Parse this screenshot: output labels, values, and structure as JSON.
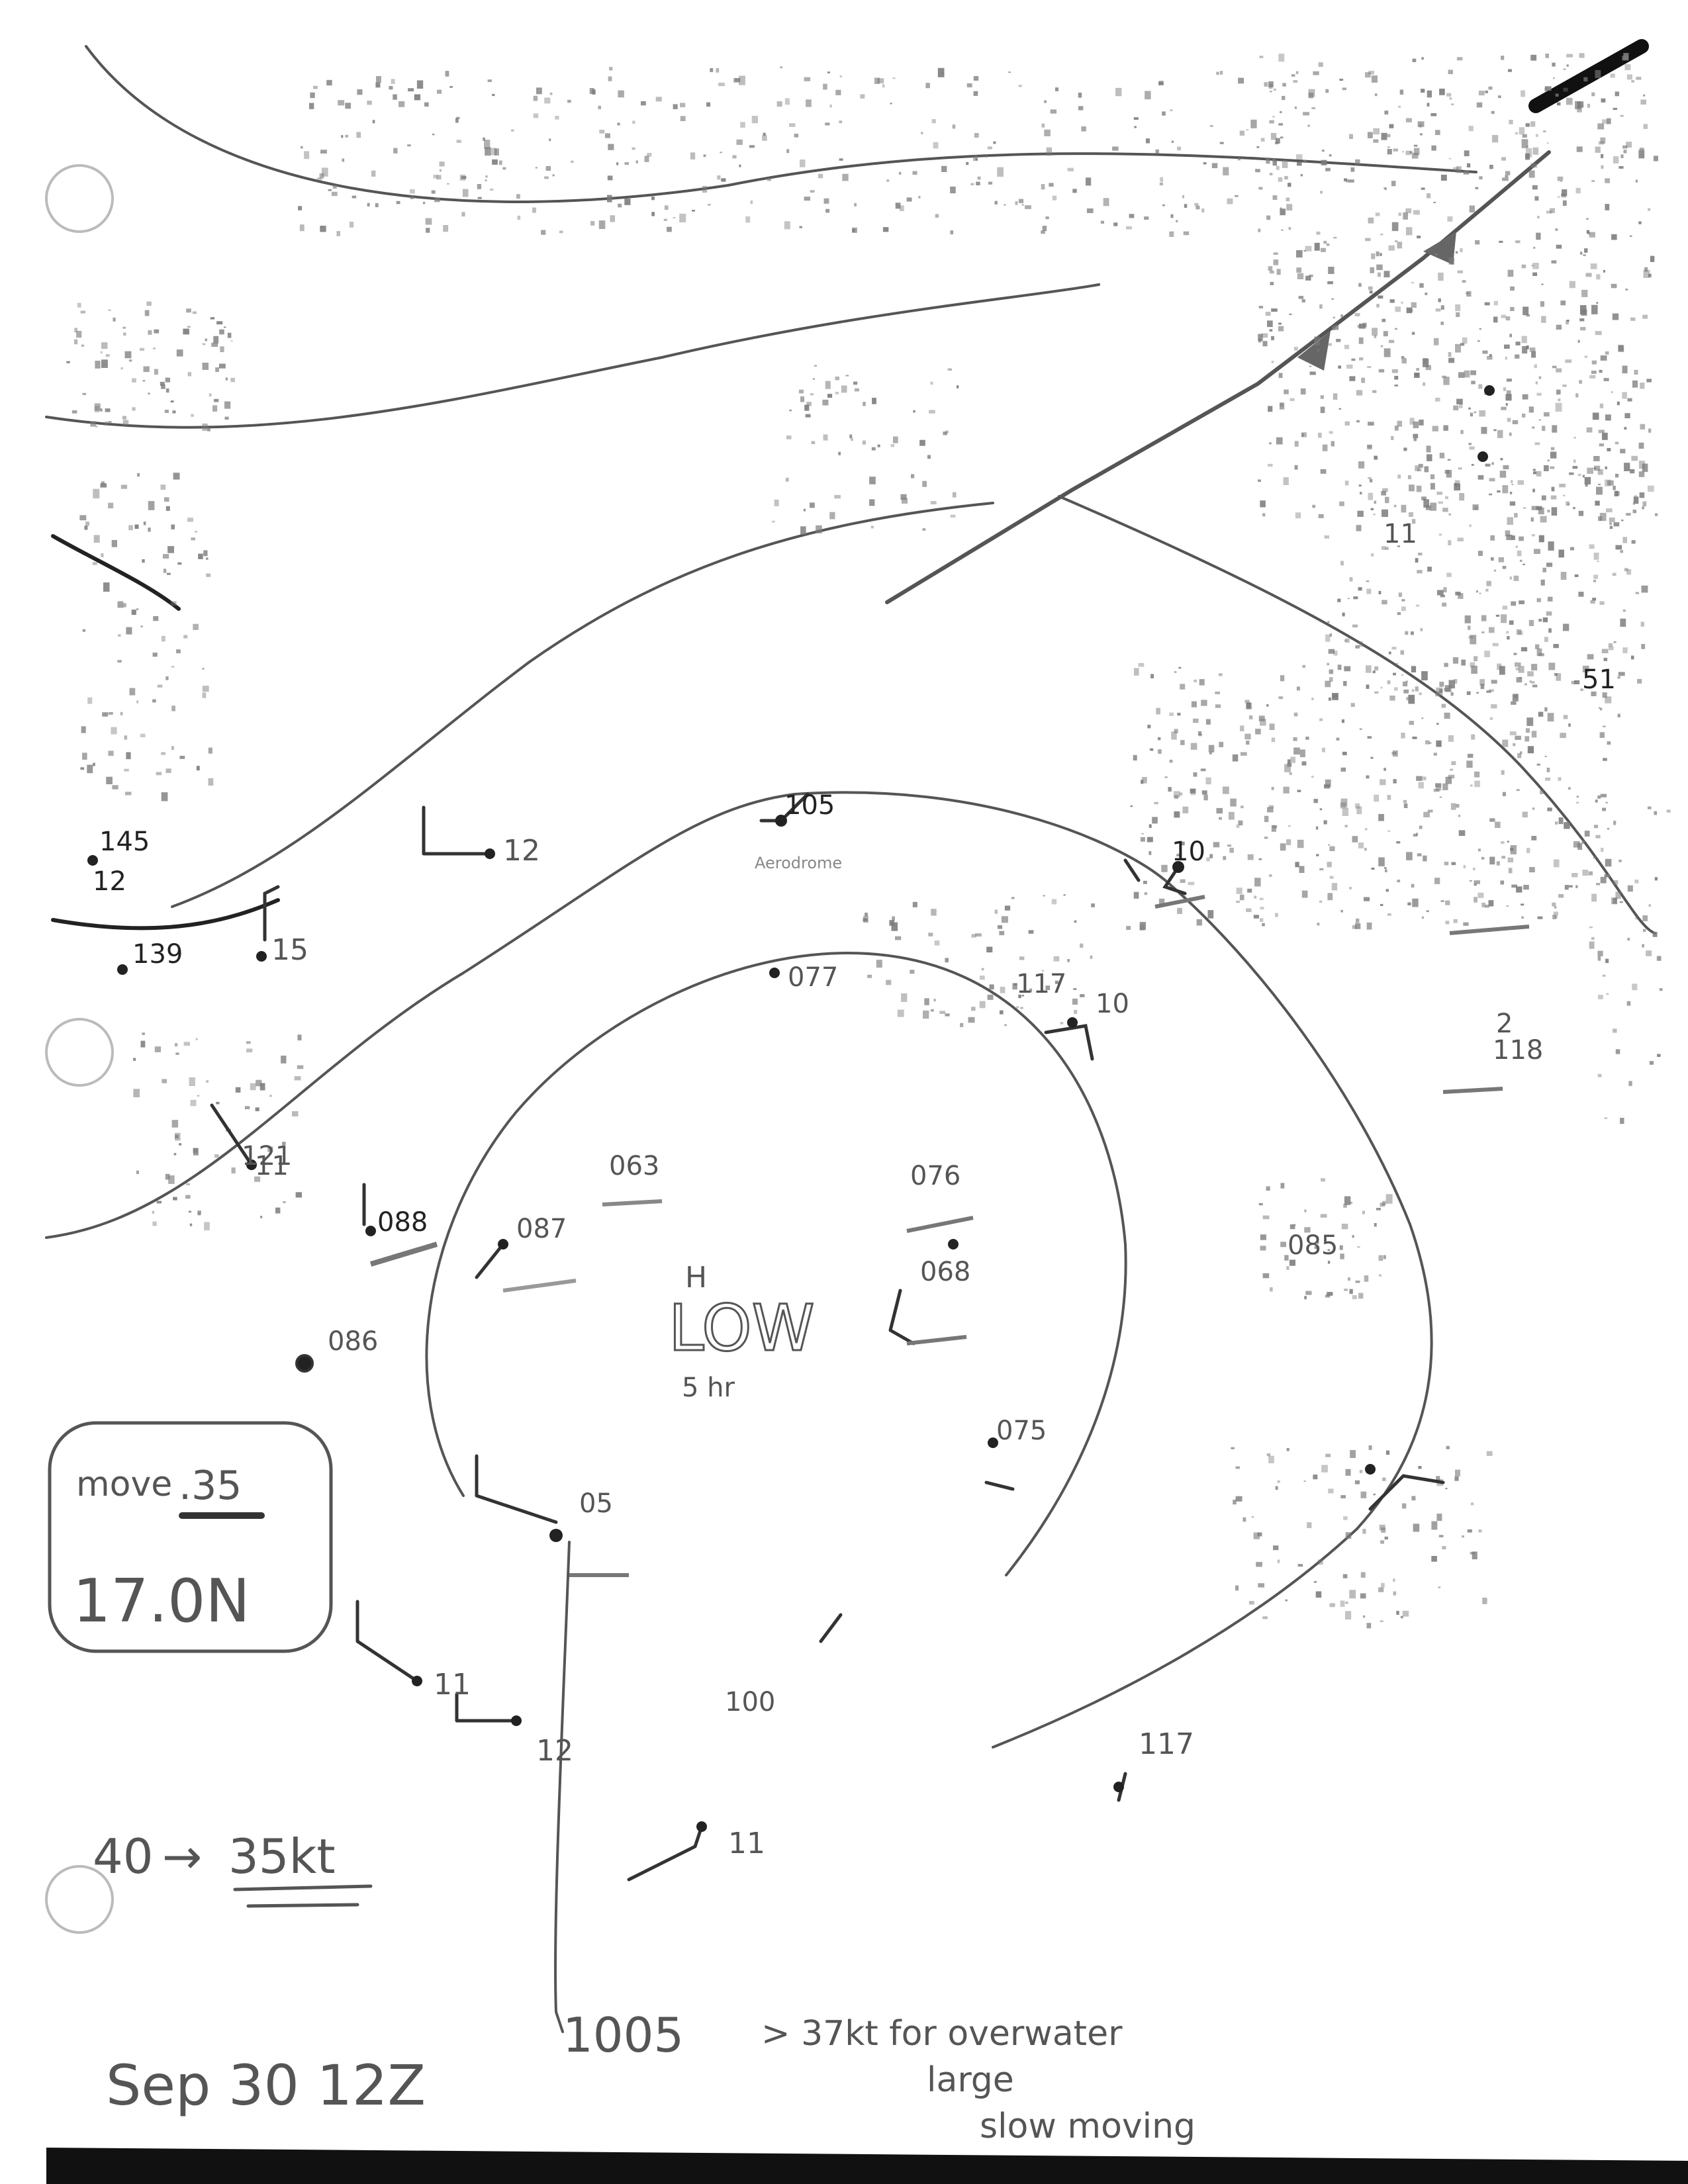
{
  "stations": [
    {
      "id": "st-145",
      "value": "145"
    },
    {
      "id": "st-12a",
      "value": "12"
    },
    {
      "id": "st-139",
      "value": "139"
    },
    {
      "id": "st-15",
      "value": "15"
    },
    {
      "id": "st-12b",
      "value": "12"
    },
    {
      "id": "st-105",
      "value": "105"
    },
    {
      "id": "st-10a",
      "value": "10"
    },
    {
      "id": "st-077",
      "value": "077"
    },
    {
      "id": "st-117a",
      "value": "117"
    },
    {
      "id": "st-10b",
      "value": "10"
    },
    {
      "id": "st-118",
      "value": "118"
    },
    {
      "id": "st-121",
      "value": "121"
    },
    {
      "id": "st-11a",
      "value": "11"
    },
    {
      "id": "st-063",
      "value": "063"
    },
    {
      "id": "st-076",
      "value": "076"
    },
    {
      "id": "st-088",
      "value": "088"
    },
    {
      "id": "st-087",
      "value": "087"
    },
    {
      "id": "st-085",
      "value": "085"
    },
    {
      "id": "st-068",
      "value": "068"
    },
    {
      "id": "st-086",
      "value": "086"
    },
    {
      "id": "st-075",
      "value": "075"
    },
    {
      "id": "st-05",
      "value": "05"
    },
    {
      "id": "st-11b",
      "value": "11"
    },
    {
      "id": "st-12c",
      "value": "12"
    },
    {
      "id": "st-100",
      "value": "100"
    },
    {
      "id": "st-117b",
      "value": "117"
    },
    {
      "id": "st-11c",
      "value": "11"
    },
    {
      "id": "st-d11",
      "value": "11"
    },
    {
      "id": "st-d2",
      "value": "2"
    },
    {
      "id": "st-d51",
      "value": "51"
    }
  ],
  "low": {
    "letter": "H",
    "label": "LOW",
    "note": "5 hr"
  },
  "notes": {
    "move": "move",
    "move_value": ".35",
    "latitude": "17.0N",
    "intensity_from": "40",
    "intensity_arrow": "→",
    "intensity_to": "35kt",
    "pressure": "1005",
    "overwater": "> 37kt for overwater",
    "large": "large",
    "slow_moving": "slow moving",
    "datetime": "Sep 30 12Z",
    "cutoff": "Aerodrome"
  },
  "colors": {
    "ink": "#555555",
    "ink_dark": "#222222",
    "paper": "#ffffff",
    "edge": "#111111"
  }
}
